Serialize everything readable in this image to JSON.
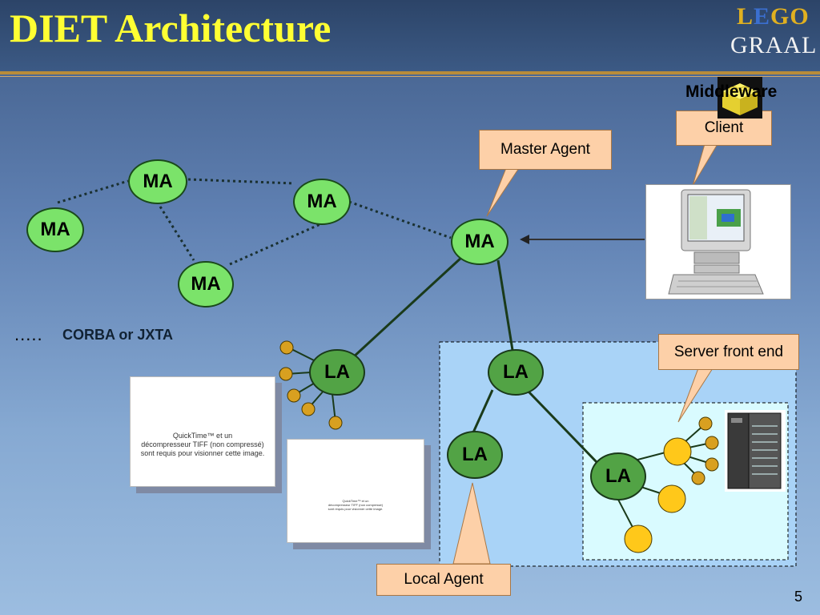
{
  "title": "DIET Architecture",
  "logo": {
    "line1": "LEGO",
    "line2": "GRAAL"
  },
  "middleware_label": "Middleware",
  "callouts": {
    "client": "Client",
    "master_agent": "Master Agent",
    "server_front_end": "Server front end",
    "local_agent": "Local Agent"
  },
  "nodes": {
    "ma_top": "MA",
    "ma_left": "MA",
    "ma_mid": "MA",
    "ma_bottom": "MA",
    "ma_master": "MA",
    "la_left": "LA",
    "la_center": "LA",
    "la_lower_left": "LA",
    "la_lower_right": "LA"
  },
  "legend": {
    "symbol": ".....",
    "text": "CORBA or JXTA"
  },
  "quicktime_notice": "QuickTime™ et un\ndécompresseur TIFF (non compressé)\nsont requis pour visionner cette image.",
  "page_number": "5",
  "colors": {
    "title": "#ffff33",
    "ma_fill": "#7be36a",
    "la_fill": "#52a345",
    "leaf_fill": "#ffc81a",
    "callout_fill": "#fdd0a8",
    "domain_fill": "#a9d3f7",
    "server_domain_fill": "#d9fbff"
  },
  "icons": [
    "desktop-computer-icon",
    "server-rack-icon",
    "middleware-cube-icon"
  ]
}
